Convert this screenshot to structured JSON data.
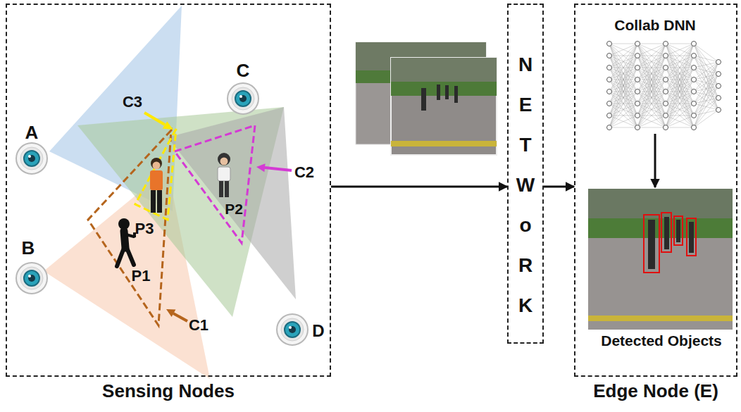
{
  "diagram": {
    "nodes": [
      {
        "text": [
          "Sensing Nodes"
        ]
      },
      {
        "text": [
          "N E T W o R K"
        ]
      },
      {
        "text": [
          "Edge Node (E)"
        ]
      },
      {
        "text": [
          "Collab DNN"
        ],
        "in": 2
      },
      {
        "text": [
          "Detected Objects"
        ],
        "in": 2
      }
    ],
    "edges": [
      {
        "from": 0,
        "to": 1,
        "arrow": "to"
      },
      {
        "from": 1,
        "to": 2,
        "arrow": "to"
      },
      {
        "from": 3,
        "to": 4,
        "arrow": "to"
      }
    ],
    "labels": [
      "A",
      "C3",
      "C",
      "C2",
      "P3",
      "P2",
      "P1",
      "B",
      "C1",
      "D"
    ]
  }
}
